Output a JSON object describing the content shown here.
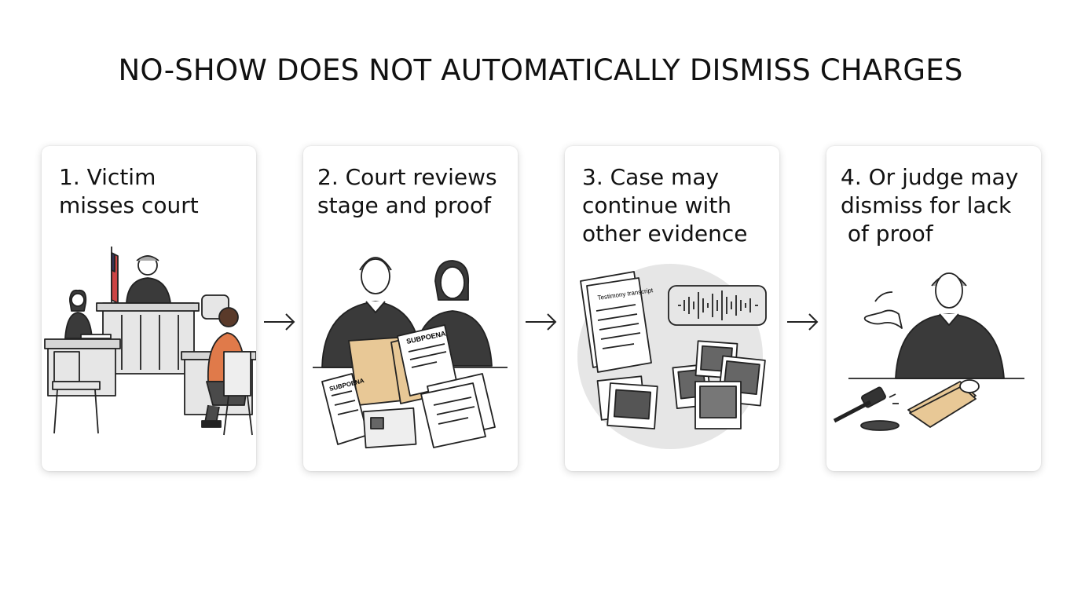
{
  "title": "NO-SHOW DOES NOT AUTOMATICALLY DISMISS CHARGES",
  "steps": [
    {
      "line1": "1. Victim",
      "line2": "misses court",
      "line3": ""
    },
    {
      "line1": "2. Court reviews",
      "line2": "stage and proof",
      "line3": "",
      "doc_label_1": "SUBPOENA",
      "doc_label_2": "SUBPOENA"
    },
    {
      "line1": "3. Case may",
      "line2": "continue with",
      "line3": "other evidence",
      "doc_label": "Testimony transcript"
    },
    {
      "line1": "4. Or judge may",
      "line2": "dismiss for lack",
      "line3": " of proof"
    }
  ],
  "colors": {
    "accent_orange": "#e07a4a",
    "folder_tan": "#e8c896",
    "robe_dark": "#3a3a3a",
    "gray_light": "#e6e6e6"
  }
}
